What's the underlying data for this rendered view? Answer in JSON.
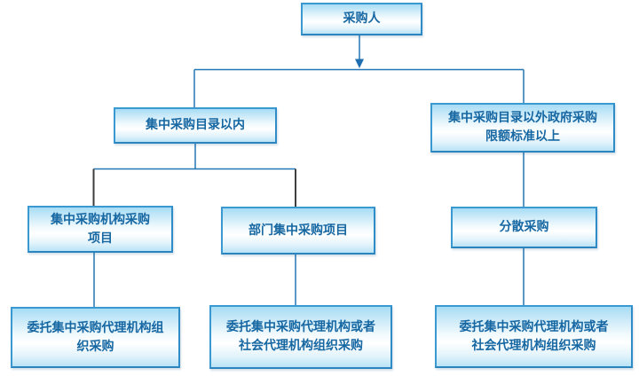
{
  "diagram": {
    "type": "flowchart",
    "language": "zh-CN",
    "background": "#ffffff",
    "nodes": [
      {
        "id": "purchaser",
        "label": "采购人"
      },
      {
        "id": "within-catalog",
        "label": "集中采购目录以内"
      },
      {
        "id": "outside-catalog",
        "label": "集中采购目录以外政府采购\n限额标准以上"
      },
      {
        "id": "central-agency-projects",
        "label": "集中采购机构采购\n项目"
      },
      {
        "id": "department-centralized-projects",
        "label": "部门集中采购项目"
      },
      {
        "id": "decentralized-procurement",
        "label": "分散采购"
      },
      {
        "id": "entrust-central-agency",
        "label": "委托集中采购代理机构组\n织采购"
      },
      {
        "id": "entrust-central-or-social-mid",
        "label": "委托集中采购代理机构或者\n社会代理机构组织采购"
      },
      {
        "id": "entrust-central-or-social-right",
        "label": "委托集中采购代理机构或者\n社会代理机构组织采购"
      }
    ],
    "edges": [
      {
        "from": "purchaser",
        "to": "within-catalog",
        "arrowhead": true
      },
      {
        "from": "purchaser",
        "to": "outside-catalog",
        "arrowhead": true
      },
      {
        "from": "within-catalog",
        "to": "central-agency-projects",
        "arrowhead": false
      },
      {
        "from": "within-catalog",
        "to": "department-centralized-projects",
        "arrowhead": false
      },
      {
        "from": "outside-catalog",
        "to": "decentralized-procurement",
        "arrowhead": false
      },
      {
        "from": "central-agency-projects",
        "to": "entrust-central-agency",
        "arrowhead": false
      },
      {
        "from": "department-centralized-projects",
        "to": "entrust-central-or-social-mid",
        "arrowhead": false
      },
      {
        "from": "decentralized-procurement",
        "to": "entrust-central-or-social-right",
        "arrowhead": false
      }
    ],
    "colors": {
      "node_border": "#3b99d2",
      "node_fill_top": "#a6dcf5",
      "node_fill_middle": "#ffffff",
      "node_fill_bottom": "#b9e3f6",
      "node_text": "#1667a2",
      "connector_blue": "#2377b4",
      "connector_dark": "#3e3e3e"
    }
  }
}
